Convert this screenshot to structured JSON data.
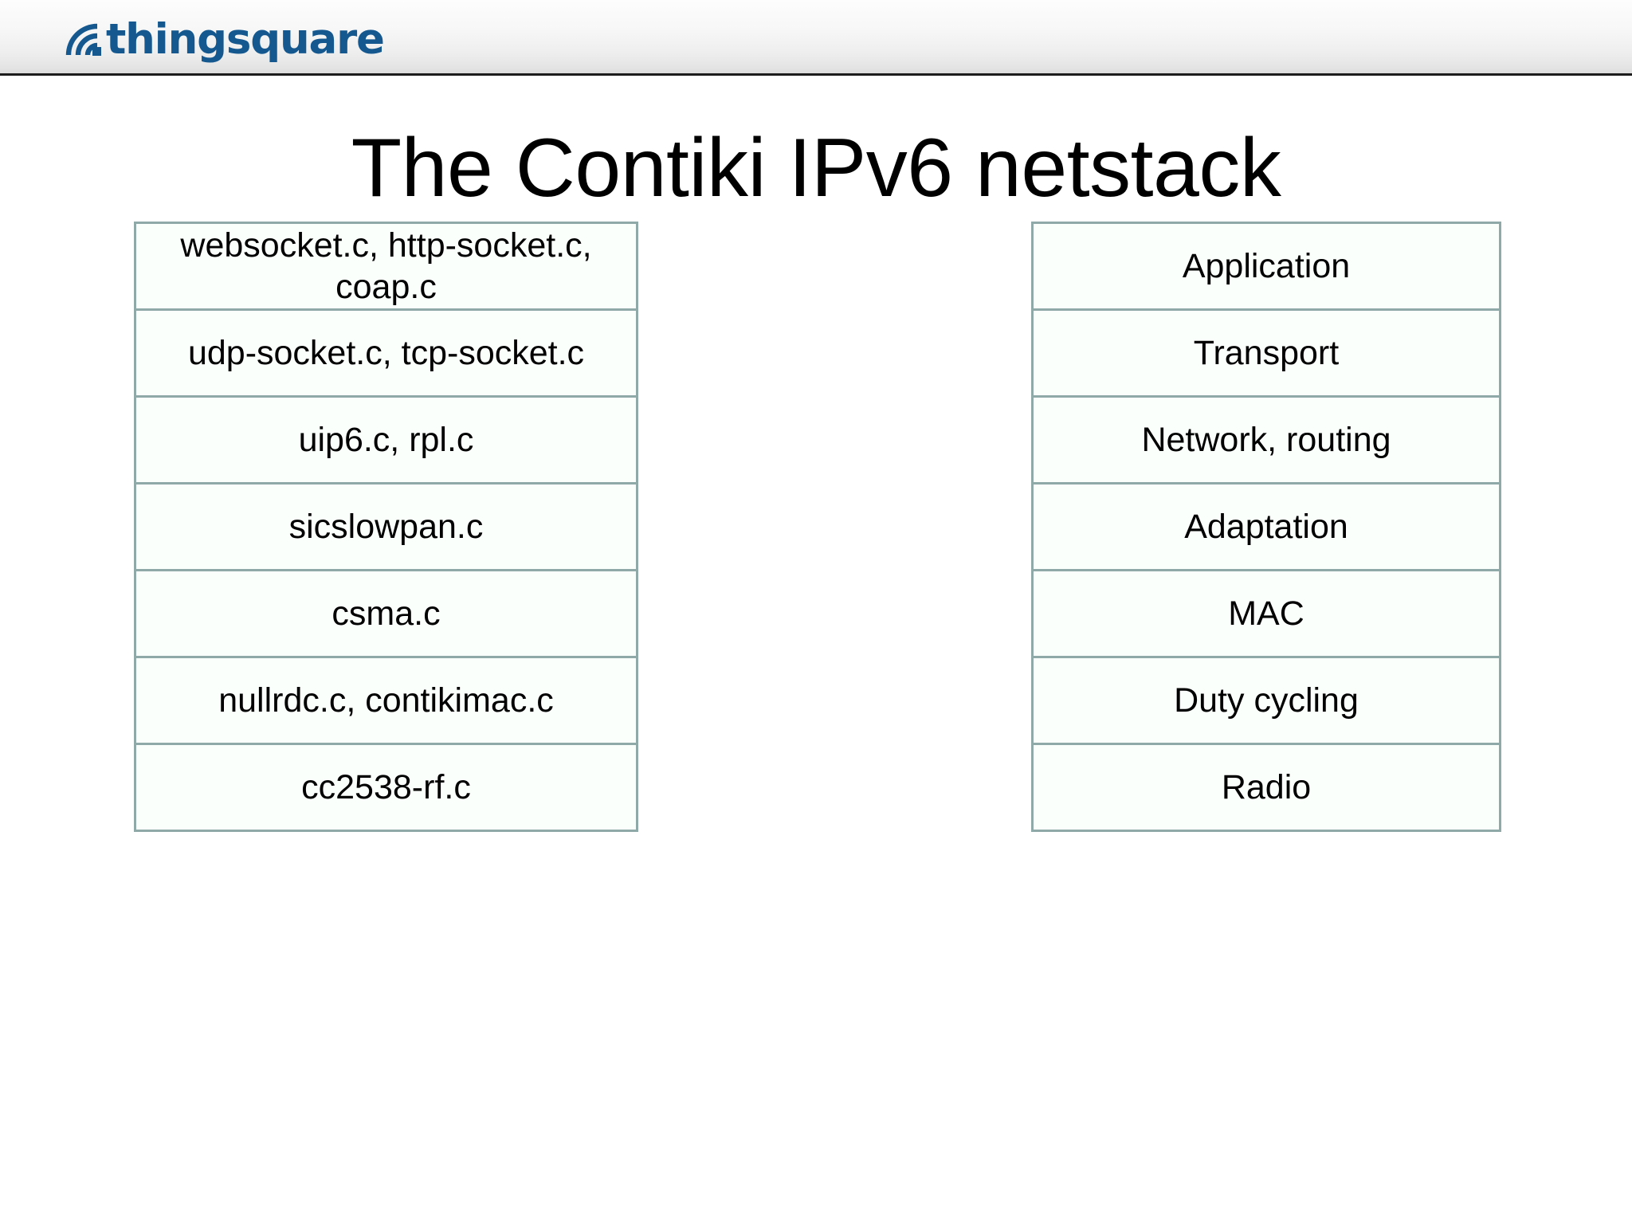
{
  "header": {
    "brand": "thingsquare",
    "brand_color": "#14588f",
    "logo_icon": "wifi-arc-icon",
    "bar_border_color": "#1c1c1c"
  },
  "slide": {
    "title": "The Contiki IPv6 netstack",
    "box_border_color": "#8ea9a8",
    "box_fill_color": "#fbfffc",
    "implementation_column": {
      "name": "contiki-source-files",
      "boxes": [
        "websocket.c, http-socket.c, coap.c",
        "udp-socket.c, tcp-socket.c",
        "uip6.c, rpl.c",
        "sicslowpan.c",
        "csma.c",
        "nullrdc.c, contikimac.c",
        "cc2538-rf.c"
      ]
    },
    "layer_column": {
      "name": "network-stack-layers",
      "boxes": [
        "Application",
        "Transport",
        "Network, routing",
        "Adaptation",
        "MAC",
        "Duty cycling",
        "Radio"
      ]
    }
  }
}
